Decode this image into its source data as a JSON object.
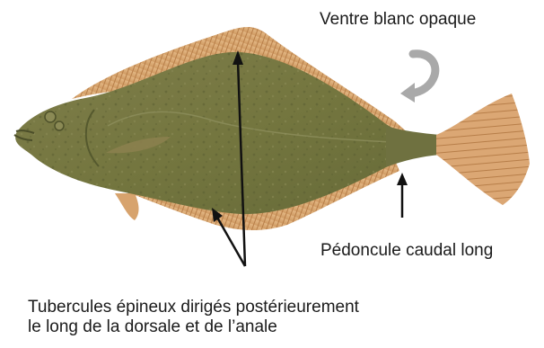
{
  "labels": {
    "belly": "Ventre blanc opaque",
    "peduncle": "Pédoncule caudal long",
    "tubercles_line1": "Tubercules épineux dirigés postérieurement",
    "tubercles_line2": "le long de la dorsale et de l’anale"
  },
  "colors": {
    "body": "#7a7a45",
    "body_dark": "#5f6236",
    "fin": "#d9a873",
    "fin_ray": "#c08a55",
    "arrow": "#111111",
    "turn_arrow": "#a9a9a9",
    "text": "#1a1a1a"
  },
  "icons": {
    "turn_over": "curved-arrow-icon"
  }
}
